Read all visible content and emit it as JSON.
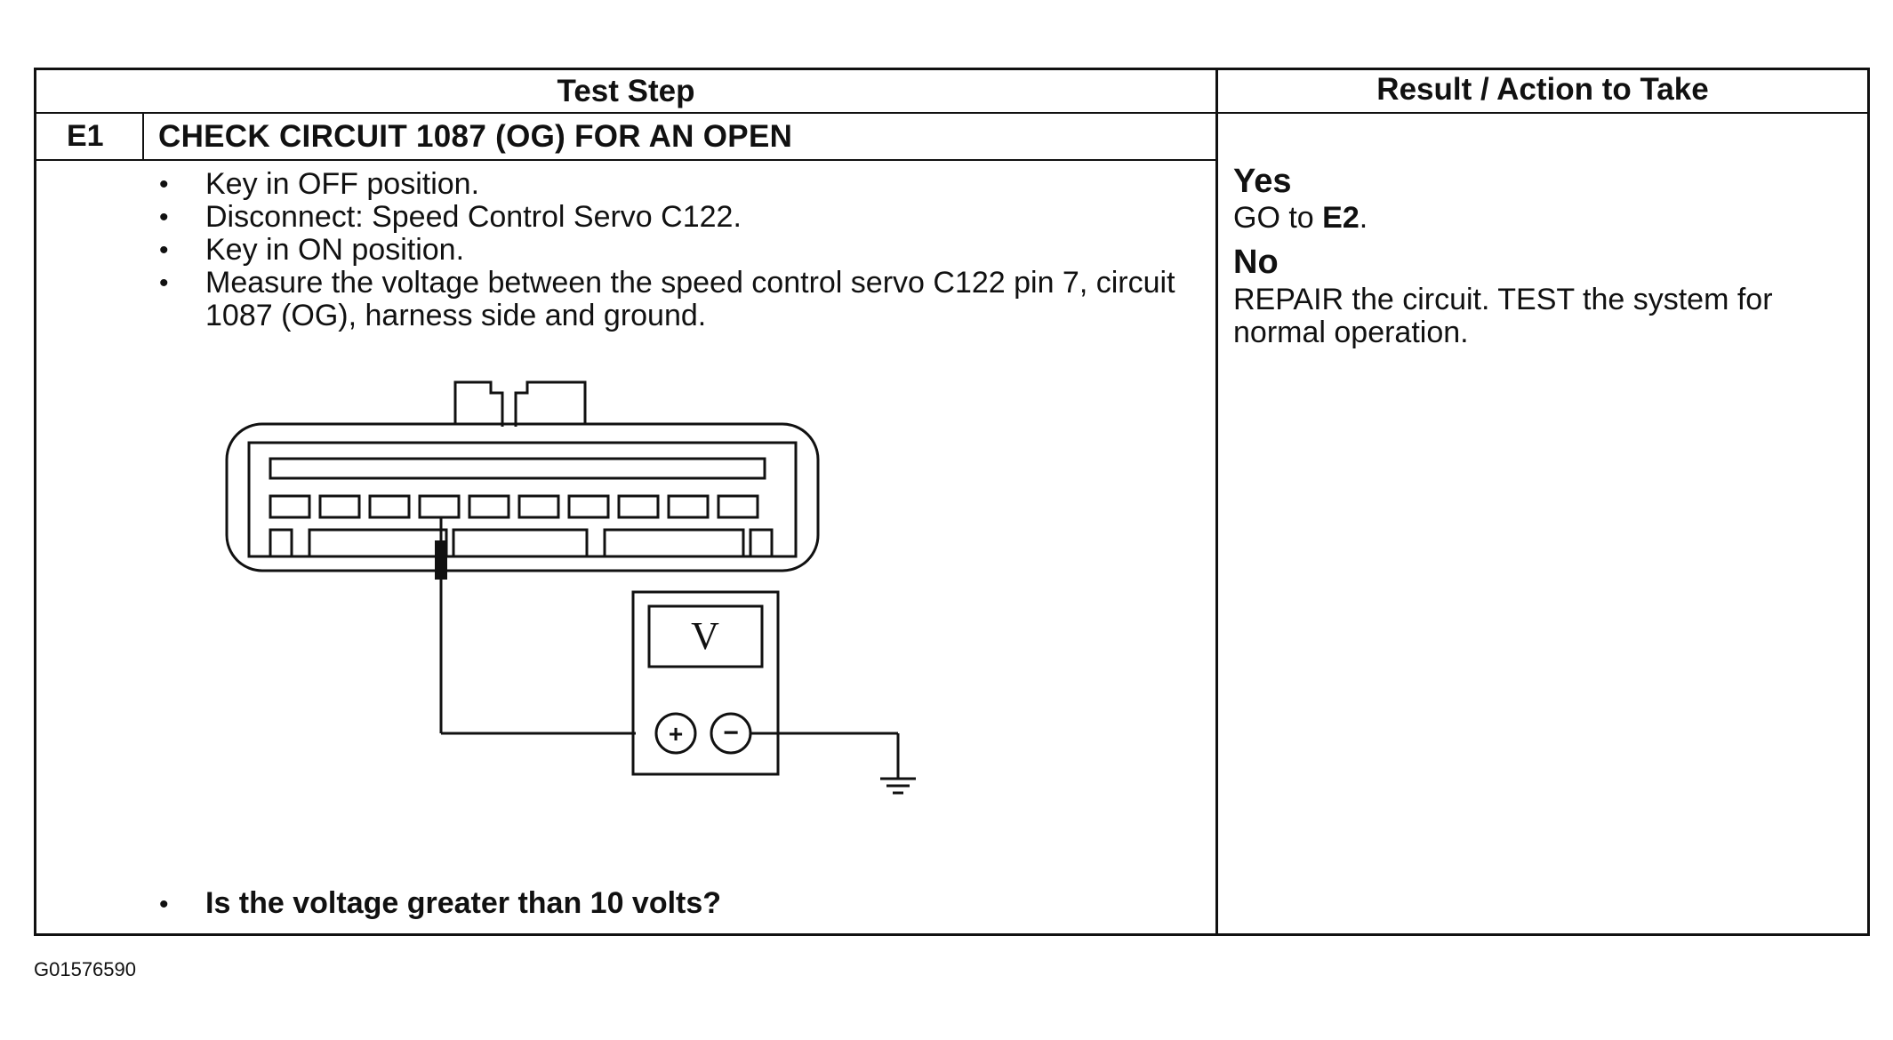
{
  "table": {
    "header_test_step": "Test Step",
    "header_result": "Result / Action to Take"
  },
  "step": {
    "id": "E1",
    "title": "CHECK CIRCUIT 1087 (OG) FOR AN OPEN",
    "bullets": [
      "Key in OFF position.",
      "Disconnect: Speed Control Servo C122.",
      "Key in ON position.",
      "Measure the voltage between the speed control servo C122 pin 7, circuit 1087 (OG), harness side and ground."
    ],
    "question": "Is the voltage greater than 10 volts?"
  },
  "result": {
    "yes_label": "Yes",
    "yes_text_prefix": "GO to ",
    "yes_text_target": "E2",
    "yes_text_suffix": ".",
    "no_label": "No",
    "no_text": "REPAIR the circuit. TEST the system for normal operation."
  },
  "diagram": {
    "meter_label": "V",
    "plus_symbol": "+",
    "minus_symbol": "−"
  },
  "figure_id": "G01576590"
}
